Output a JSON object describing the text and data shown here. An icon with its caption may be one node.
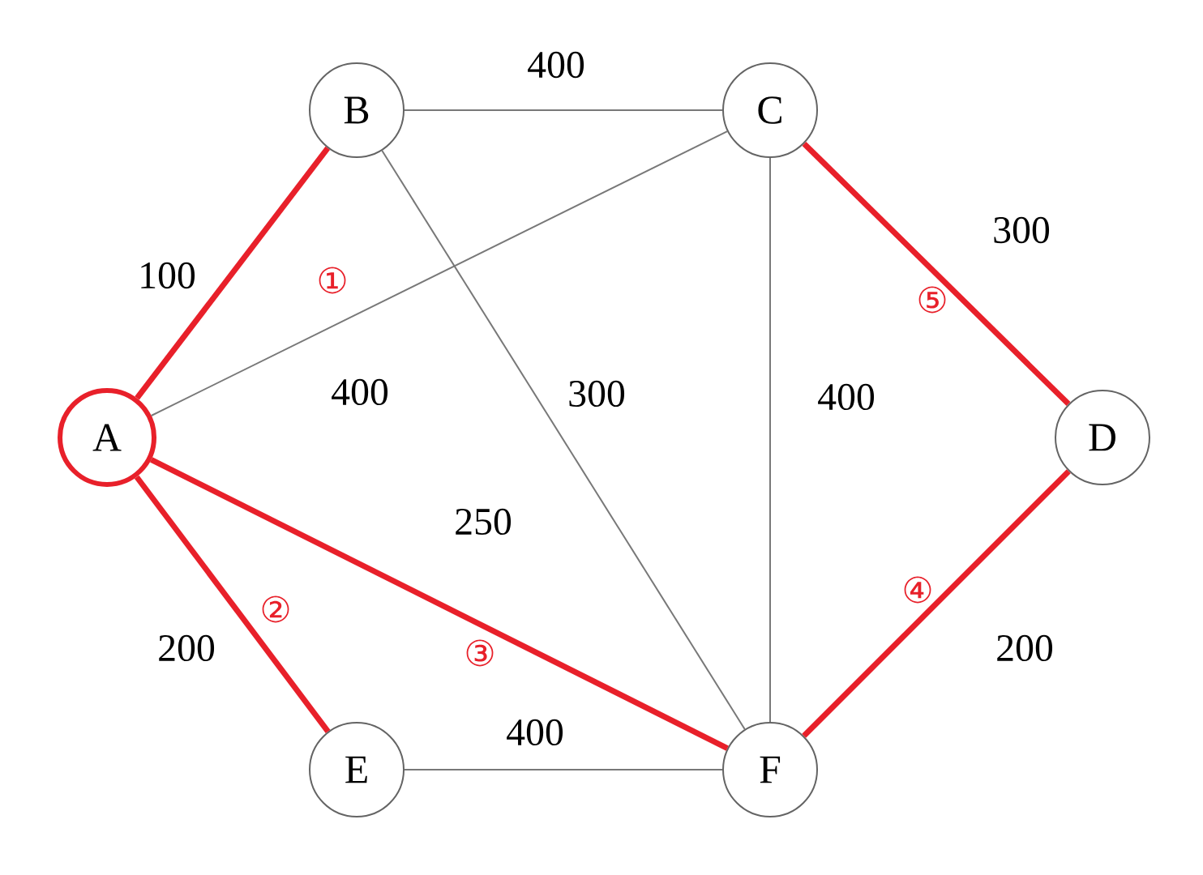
{
  "diagram": {
    "nodes": [
      {
        "text": [
          "A"
        ]
      },
      {
        "text": [
          "B"
        ]
      },
      {
        "text": [
          "C"
        ]
      },
      {
        "text": [
          "D"
        ]
      },
      {
        "text": [
          "E"
        ]
      },
      {
        "text": [
          "F"
        ]
      }
    ],
    "edges": [
      {
        "from": 1,
        "to": 2,
        "arrow": "none",
        "label": "400"
      },
      {
        "from": 0,
        "to": 1,
        "arrow": "none",
        "label": "100",
        "style": "thick",
        "color": "#e8202a"
      },
      {
        "from": 0,
        "to": 2,
        "arrow": "none",
        "label": "400"
      },
      {
        "from": 1,
        "to": 5,
        "arrow": "none",
        "label": "300"
      },
      {
        "from": 2,
        "to": 5,
        "arrow": "none",
        "label": "400"
      },
      {
        "from": 2,
        "to": 3,
        "arrow": "none",
        "label": "300",
        "style": "thick",
        "color": "#e8202a"
      },
      {
        "from": 0,
        "to": 5,
        "arrow": "none",
        "label": "250",
        "style": "thick",
        "color": "#e8202a"
      },
      {
        "from": 0,
        "to": 4,
        "arrow": "none",
        "label": "200",
        "style": "thick",
        "color": "#e8202a"
      },
      {
        "from": 3,
        "to": 5,
        "arrow": "none",
        "label": "200",
        "style": "thick",
        "color": "#e8202a"
      },
      {
        "from": 4,
        "to": 5,
        "arrow": "none",
        "label": "400"
      }
    ],
    "labels": [
      "①",
      "⑤",
      "②",
      "③",
      "④"
    ]
  }
}
